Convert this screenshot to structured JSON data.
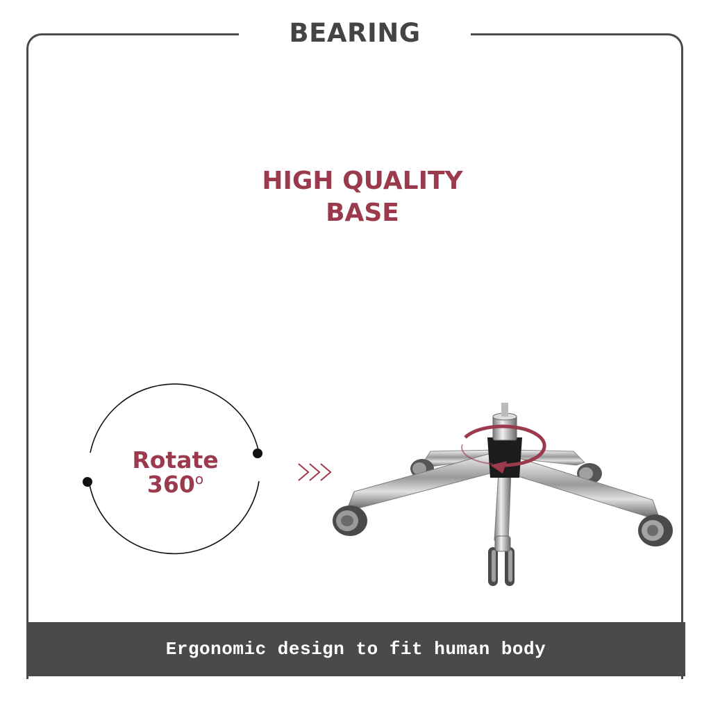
{
  "header": {
    "title": "BEARING"
  },
  "main": {
    "headline_line1": "HIGH QUALITY",
    "headline_line2": "BASE",
    "rotate_label": "Rotate",
    "rotate_value": "360",
    "rotate_degree": "o"
  },
  "footer": {
    "text": "Ergonomic design to fit human body"
  },
  "colors": {
    "accent": "#9c3a4d",
    "frame": "#4a4a4a",
    "footer_bg": "#4a4a4a",
    "footer_text": "#ffffff"
  }
}
